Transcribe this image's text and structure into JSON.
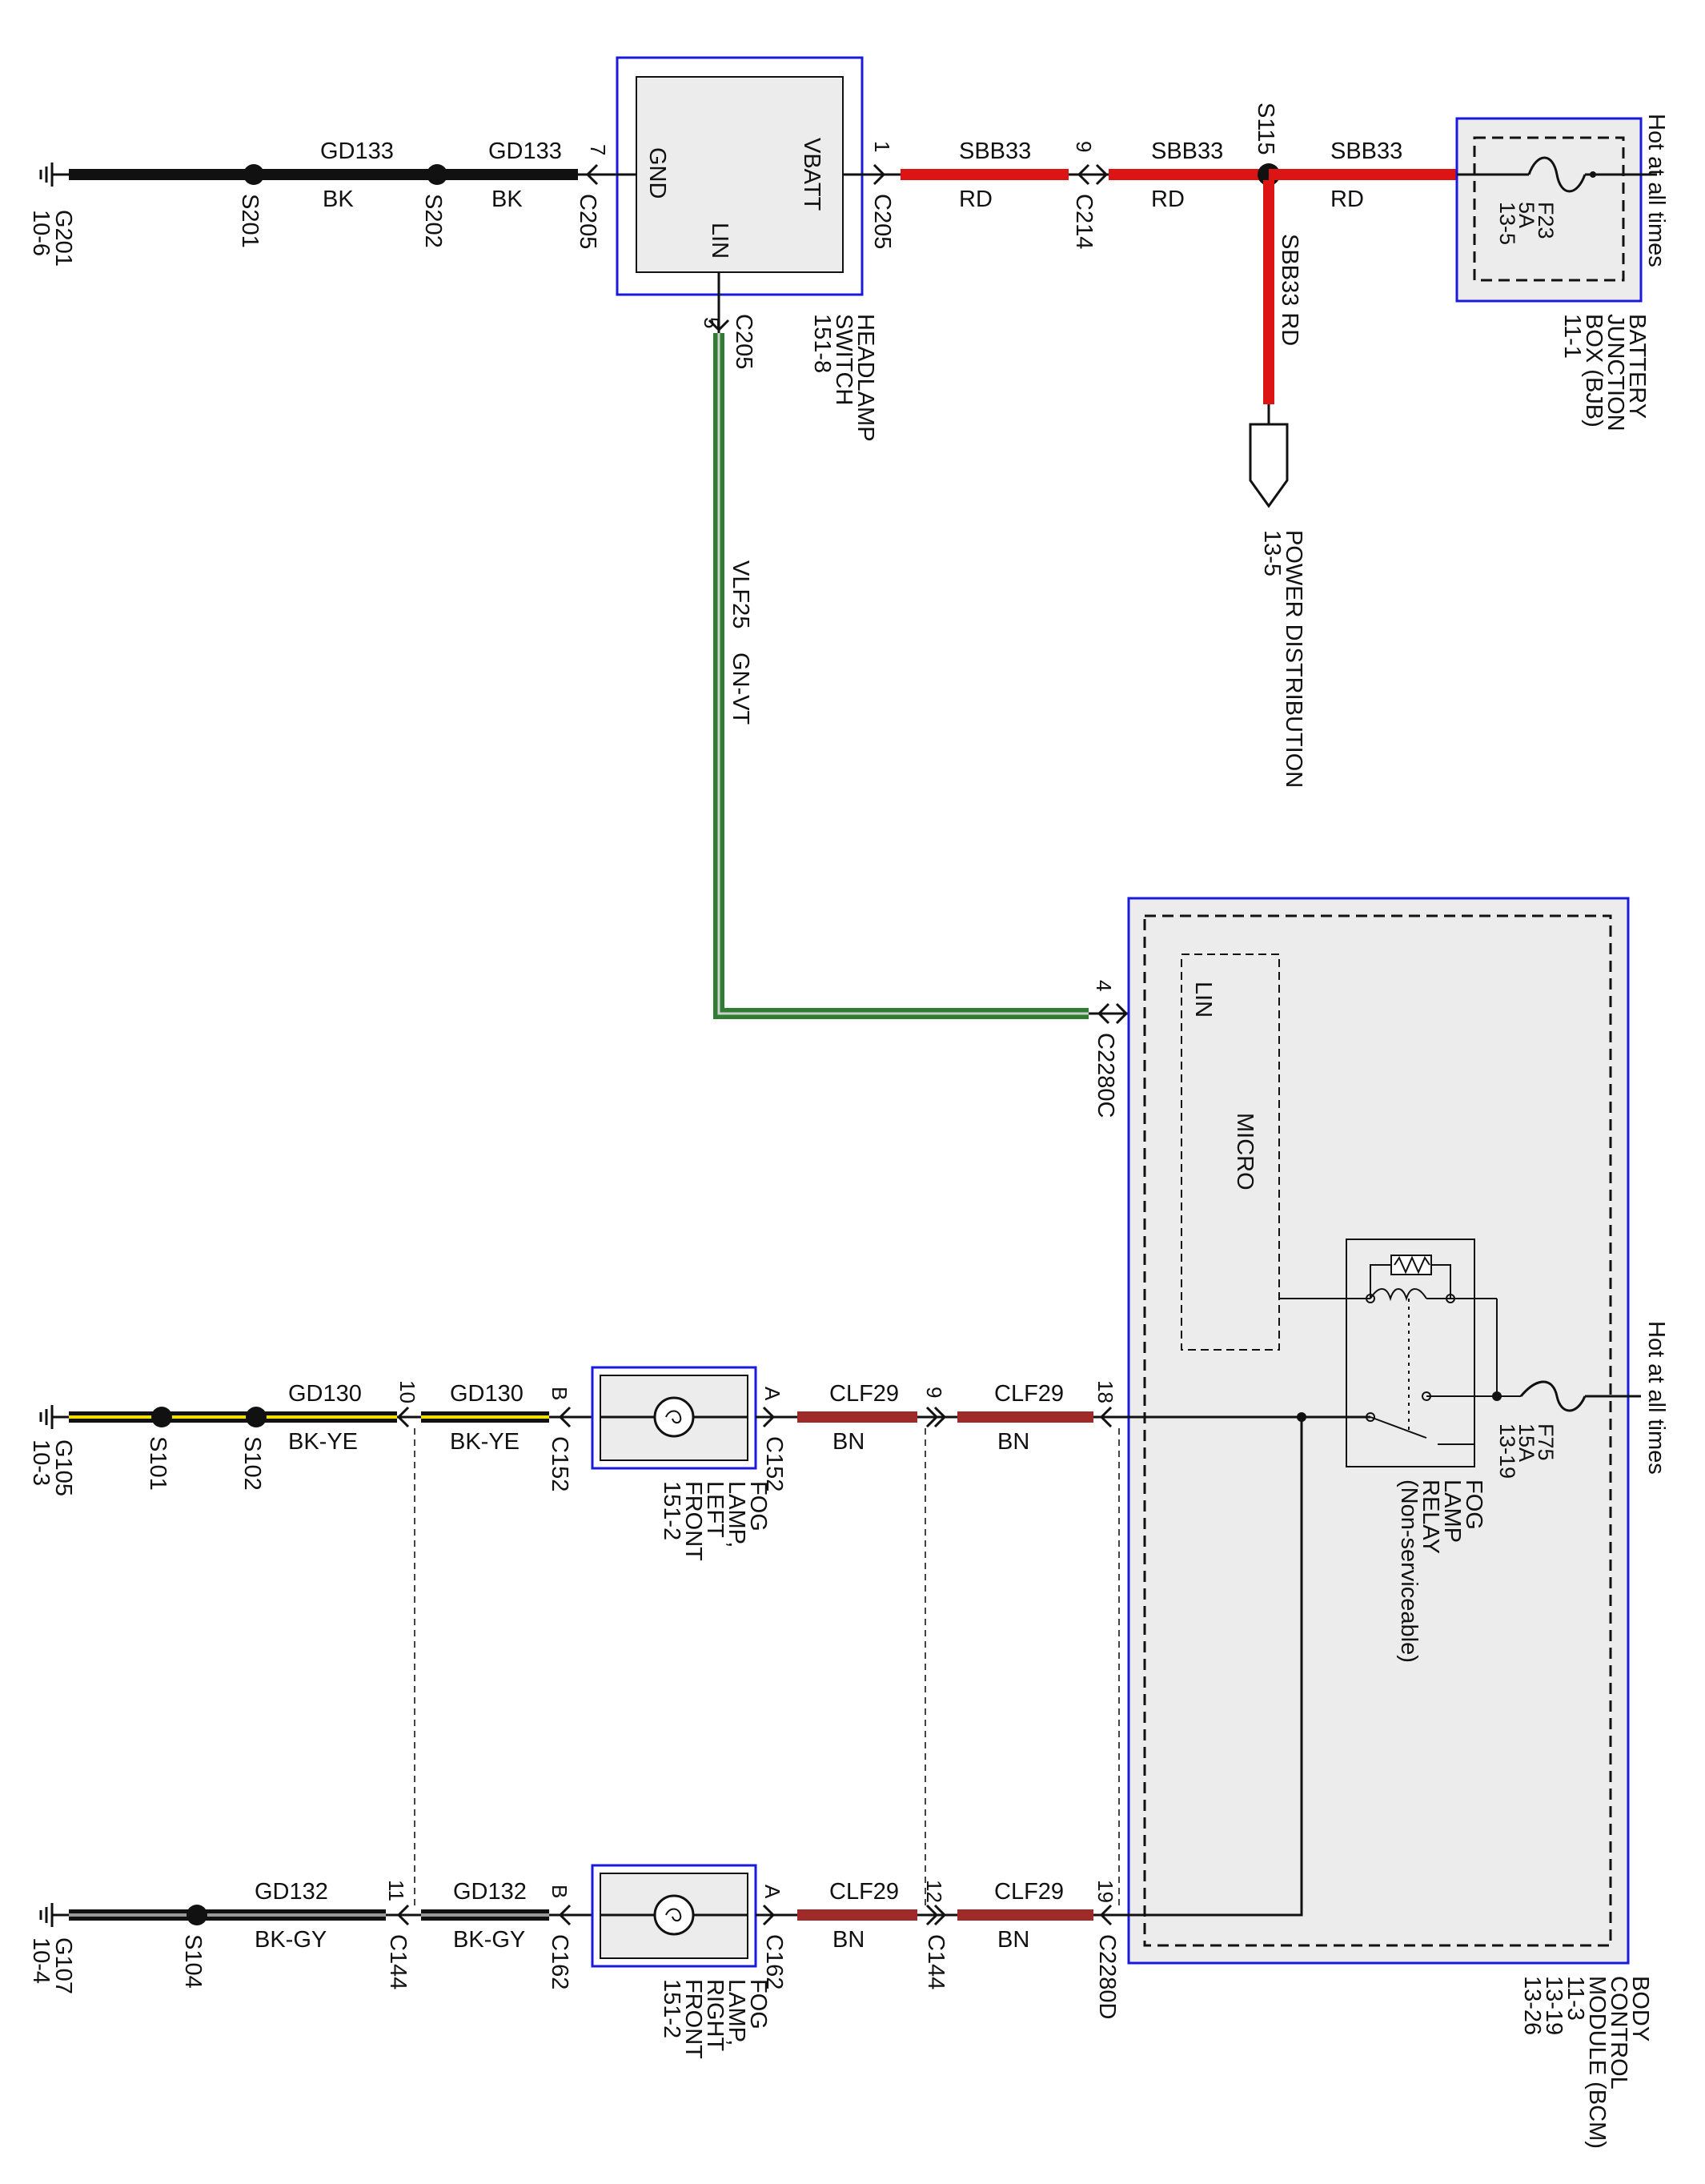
{
  "diagram": {
    "hot_label": "Hot at all times",
    "bjb": {
      "lines": [
        "BATTERY",
        "JUNCTION",
        "BOX (BJB)",
        "11-1"
      ],
      "fuse": [
        "F23",
        "5A",
        "13-5"
      ]
    },
    "headlamp_switch": {
      "lines": [
        "HEADLAMP",
        "SWITCH",
        "151-8"
      ],
      "pins": {
        "gnd": "GND",
        "vbatt": "VBATT",
        "lin": "LIN"
      }
    },
    "power_distribution": {
      "lines": [
        "POWER DISTRIBUTION",
        "13-5"
      ]
    },
    "bcm": {
      "lines": [
        "BODY",
        "CONTROL",
        "MODULE (BCM)",
        "11-3",
        "13-19",
        "13-26"
      ],
      "lin": "LIN",
      "micro": "MICRO",
      "relay": [
        "FOG",
        "LAMP",
        "RELAY",
        "(Non-serviceable)"
      ],
      "fuse": [
        "F75",
        "15A",
        "13-19"
      ]
    },
    "fog_left": {
      "lines": [
        "FOG",
        "LAMP,",
        "LEFT",
        "FRONT",
        "151-2"
      ]
    },
    "fog_right": {
      "lines": [
        "FOG",
        "LAMP,",
        "RIGHT",
        "FRONT",
        "151-2"
      ]
    },
    "labels": {
      "gd133": "GD133",
      "bk": "BK",
      "sbb33": "SBB33",
      "rd": "RD",
      "vlf25": "VLF25",
      "gnvt": "GN-VT",
      "sbb33rd": "SBB33  RD",
      "gd130": "GD130",
      "bkye": "BK-YE",
      "gd132": "GD132",
      "bkgy": "BK-GY",
      "clf29": "CLF29",
      "bn": "BN"
    },
    "conn": {
      "g201": [
        "G201",
        "10-6"
      ],
      "s201": "S201",
      "s202": "S202",
      "c205": "C205",
      "c214": "C214",
      "s115": "S115",
      "c2280c": "C2280C",
      "c2280d": "C2280D",
      "g105": [
        "G105",
        "10-3"
      ],
      "s101": "S101",
      "s102": "S102",
      "c152": "C152",
      "g107": [
        "G107",
        "10-4"
      ],
      "s104": "S104",
      "c144": "C144",
      "c162": "C162"
    },
    "pins": {
      "p7": "7",
      "p1": "1",
      "p9": "9",
      "p5": "5",
      "p4": "4",
      "p10": "10",
      "pB": "B",
      "pA": "A",
      "p18": "18",
      "p11": "11",
      "p12": "12",
      "p19": "19"
    }
  }
}
